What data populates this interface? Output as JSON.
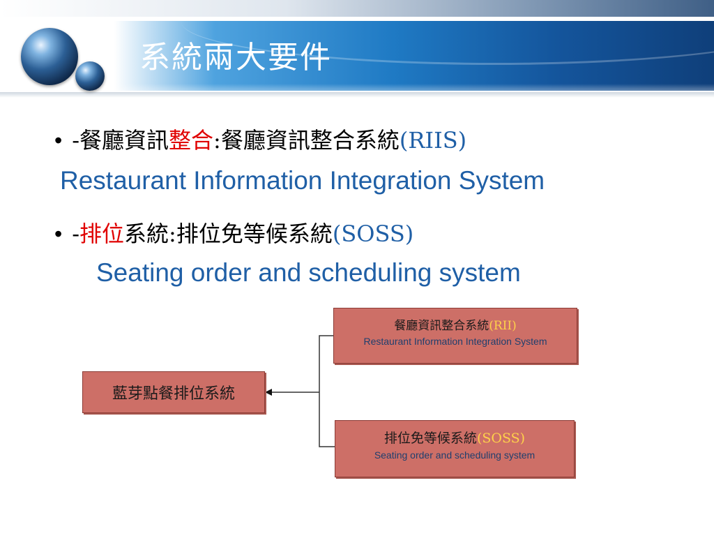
{
  "slide": {
    "title": "系統兩大要件"
  },
  "bullets": [
    {
      "marker": "•",
      "prefix": "-餐廳資訊",
      "highlight": "整合",
      "rest": ":餐廳資訊整合系統",
      "acronym": "(RIIS)",
      "english": "Restaurant Information Integration System"
    },
    {
      "marker": "•",
      "prefix": "-",
      "highlight": "排位",
      "rest": "系統:排位免等候系統",
      "acronym": "(SOSS)",
      "english": "Seating order and scheduling system"
    }
  ],
  "diagram": {
    "main_box": "藍芽點餐排位系統",
    "riis_box": {
      "zh": "餐廳資訊整合系統",
      "acronym": "(RII)",
      "en": "Restaurant Information Integration System"
    },
    "soss_box": {
      "zh": "排位免等候系統",
      "acronym": "(SOSS)",
      "en": "Seating order and scheduling system"
    }
  },
  "colors": {
    "title_bar": "#1f7ac4",
    "highlight_red": "#e00000",
    "english_blue": "#1f5fa6",
    "box_fill": "#cd6f67",
    "box_acronym": "#ffd24a"
  }
}
